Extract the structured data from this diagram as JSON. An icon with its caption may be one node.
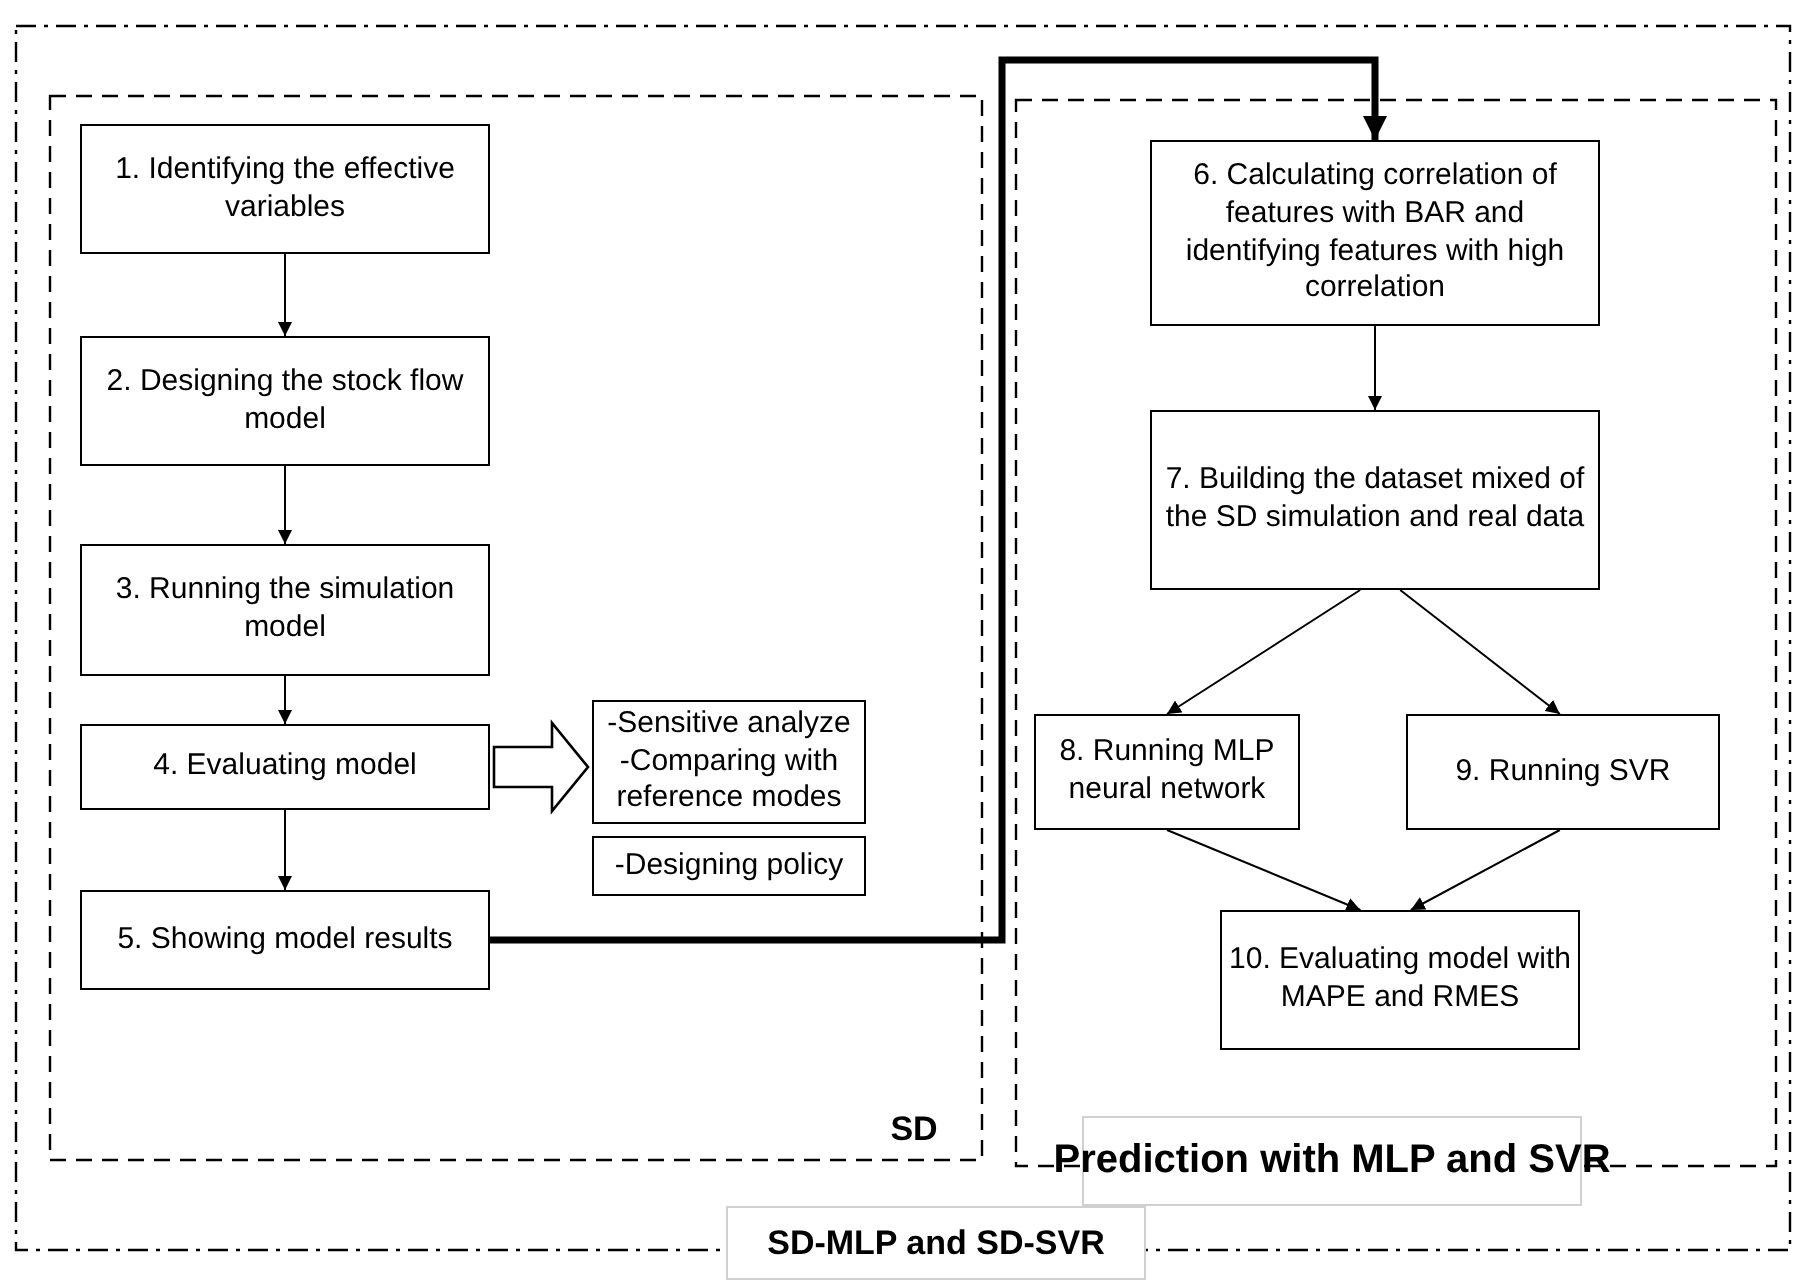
{
  "diagram": {
    "nodes": [
      {
        "text": [
          "SD-MLP and SD-SVR"
        ]
      },
      {
        "text": [
          "SD"
        ],
        "in": 0
      },
      {
        "text": [
          "1. Identifying the effective variables"
        ],
        "in": 1
      },
      {
        "text": [
          "2. Designing the stock flow model"
        ],
        "in": 1
      },
      {
        "text": [
          "3. Running the simulation model"
        ],
        "in": 1
      },
      {
        "text": [
          "4. Evaluating model"
        ],
        "in": 1
      },
      {
        "text": [
          "5. Showing model results"
        ],
        "in": 1
      },
      {
        "text": [
          "-Sensitive analyze",
          "-Comparing with reference modes"
        ],
        "in": 1
      },
      {
        "text": [
          "-Designing policy"
        ],
        "in": 1
      },
      {
        "text": [
          "Prediction with MLP and SVR"
        ],
        "in": 0
      },
      {
        "text": [
          "6. Calculating correlation of features with BAR and identifying features with high correlation"
        ],
        "in": 9
      },
      {
        "text": [
          "7. Building the dataset mixed of the SD simulation and real data"
        ],
        "in": 9
      },
      {
        "text": [
          "8. Running MLP neural network"
        ],
        "in": 9
      },
      {
        "text": [
          "9. Running SVR"
        ],
        "in": 9
      },
      {
        "text": [
          "10. Evaluating model with MAPE and RMES"
        ],
        "in": 9
      }
    ],
    "edges": [
      {
        "from": 2,
        "to": 3,
        "arrow": "to"
      },
      {
        "from": 3,
        "to": 4,
        "arrow": "to"
      },
      {
        "from": 4,
        "to": 5,
        "arrow": "to"
      },
      {
        "from": 5,
        "to": 6,
        "arrow": "to"
      },
      {
        "from": 5,
        "to": 7,
        "arrow": "to"
      },
      {
        "from": 6,
        "to": 10,
        "arrow": "to",
        "style": "thick"
      },
      {
        "from": 10,
        "to": 11,
        "arrow": "to"
      },
      {
        "from": 11,
        "to": 12,
        "arrow": "to"
      },
      {
        "from": 11,
        "to": 13,
        "arrow": "to"
      },
      {
        "from": 12,
        "to": 14,
        "arrow": "to"
      },
      {
        "from": 13,
        "to": 14,
        "arrow": "to"
      }
    ]
  }
}
